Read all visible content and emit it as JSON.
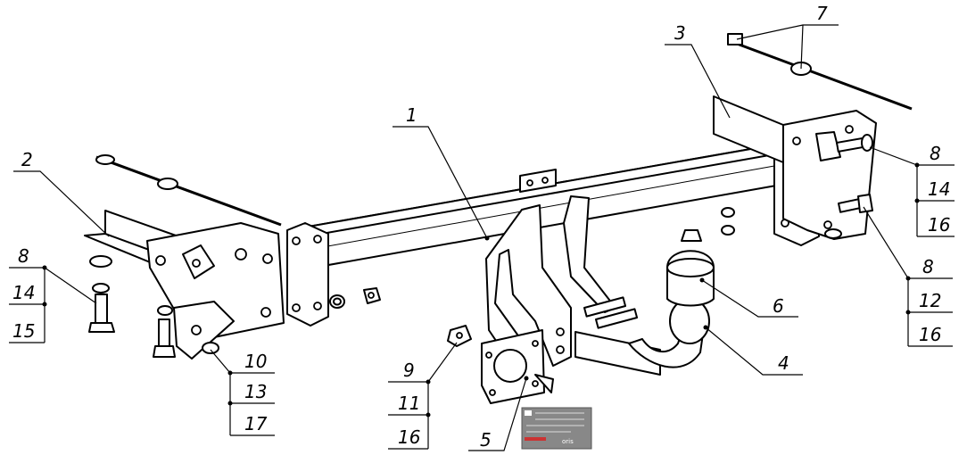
{
  "diagram": {
    "callouts": [
      {
        "id": "c1",
        "text": "1"
      },
      {
        "id": "c2",
        "text": "2"
      },
      {
        "id": "c3",
        "text": "3"
      },
      {
        "id": "c4",
        "text": "4"
      },
      {
        "id": "c5",
        "text": "5"
      },
      {
        "id": "c6",
        "text": "6"
      },
      {
        "id": "c7",
        "text": "7"
      }
    ],
    "stack_left": [
      "8",
      "14",
      "15"
    ],
    "stack_right_top": [
      "8",
      "14",
      "16"
    ],
    "stack_right_bottom": [
      "8",
      "12",
      "16"
    ],
    "stack_bottom_left": [
      "10",
      "13",
      "17"
    ],
    "stack_bottom_mid": [
      "9",
      "11",
      "16"
    ],
    "plate": {
      "brand": "oris"
    }
  }
}
